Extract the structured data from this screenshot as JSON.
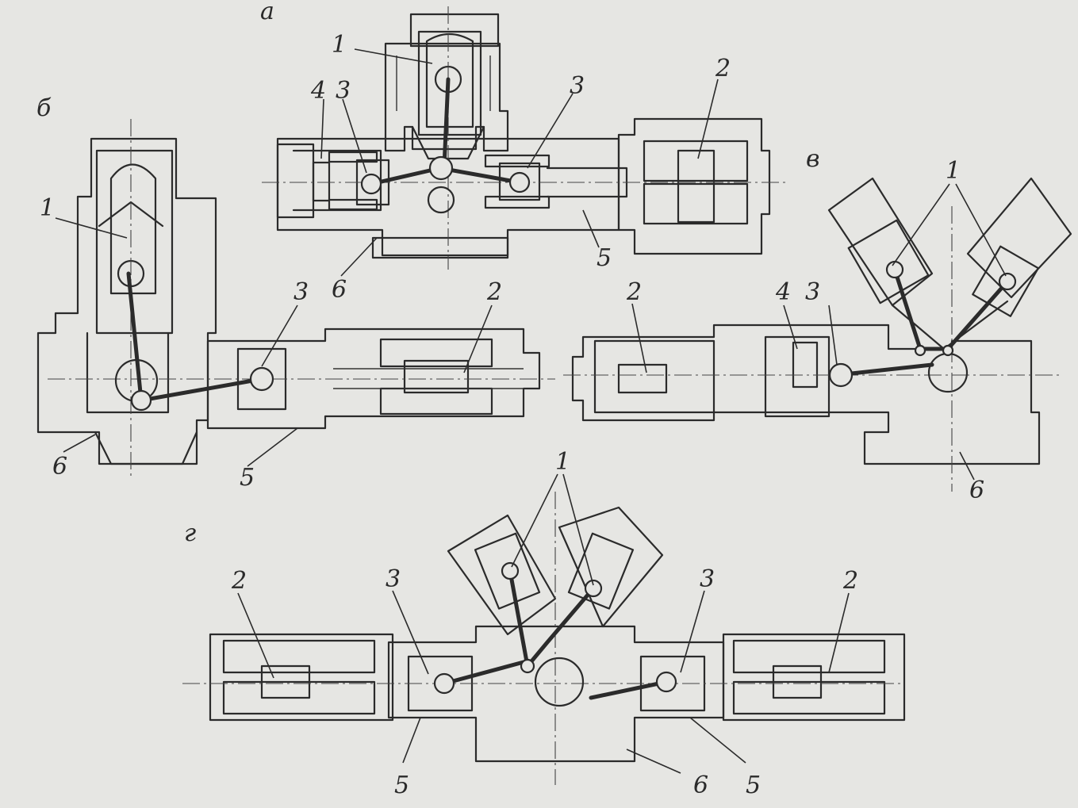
{
  "figure": {
    "views": [
      {
        "id": "a",
        "letter": "а"
      },
      {
        "id": "b",
        "letter": "б"
      },
      {
        "id": "v",
        "letter": "в"
      },
      {
        "id": "g",
        "letter": "г"
      }
    ],
    "labels": {
      "a_1": "1",
      "a_2": "2",
      "a_3l": "3",
      "a_3r": "3",
      "a_4": "4",
      "a_5": "5",
      "a_6": "6",
      "b_1": "1",
      "b_2": "2",
      "b_3": "3",
      "b_5": "5",
      "b_6": "6",
      "v_1": "1",
      "v_2": "2",
      "v_3": "3",
      "v_4": "4",
      "v_6": "6",
      "g_1": "1",
      "g_2l": "2",
      "g_2r": "2",
      "g_3l": "3",
      "g_3r": "3",
      "g_5l": "5",
      "g_5r": "5",
      "g_6": "6"
    }
  }
}
